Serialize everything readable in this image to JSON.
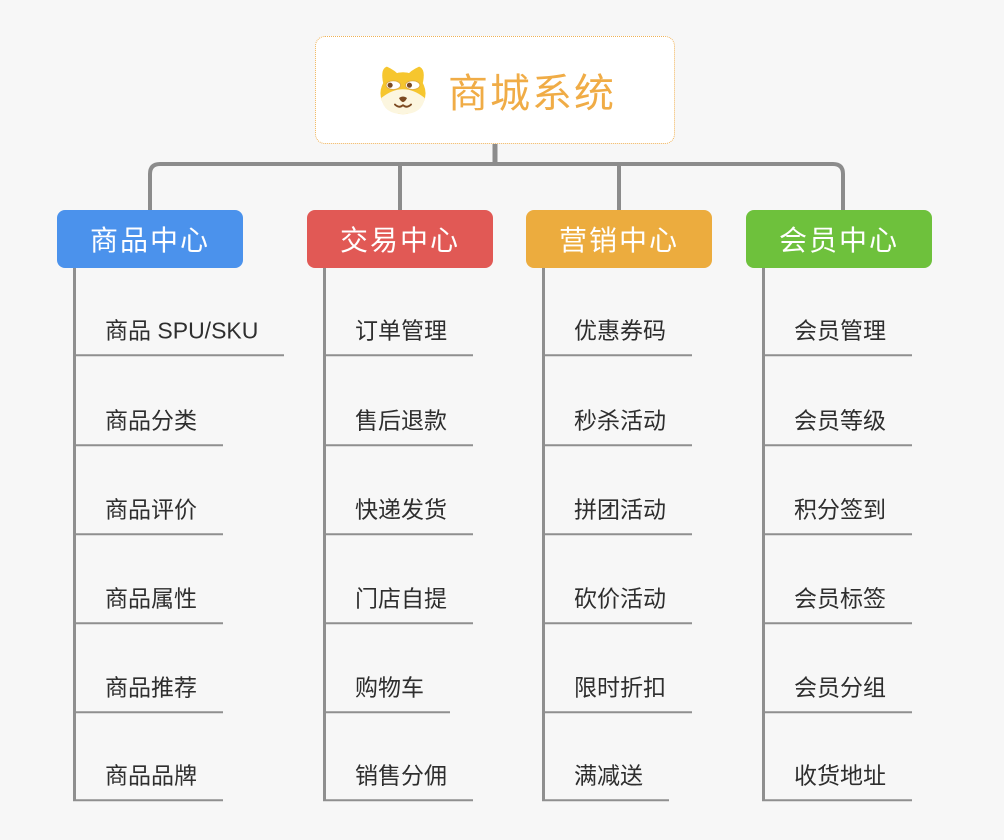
{
  "root": {
    "title": "商城系统",
    "icon": "doge-face-icon"
  },
  "branches": [
    {
      "label": "商品中心",
      "color": "#4B92EC",
      "items": [
        "商品 SPU/SKU",
        "商品分类",
        "商品评价",
        "商品属性",
        "商品推荐",
        "商品品牌"
      ]
    },
    {
      "label": "交易中心",
      "color": "#E15955",
      "items": [
        "订单管理",
        "售后退款",
        "快递发货",
        "门店自提",
        "购物车",
        "销售分佣"
      ]
    },
    {
      "label": "营销中心",
      "color": "#ECAC3E",
      "items": [
        "优惠券码",
        "秒杀活动",
        "拼团活动",
        "砍价活动",
        "限时折扣",
        "满减送"
      ]
    },
    {
      "label": "会员中心",
      "color": "#6EC13C",
      "items": [
        "会员管理",
        "会员等级",
        "积分签到",
        "会员标签",
        "会员分组",
        "收货地址"
      ]
    }
  ],
  "colors": {
    "background": "#F7F7F7",
    "connector": "#8C8C8C",
    "root_text": "#F0AC46",
    "root_border": "#EFB257",
    "item_text": "#2E2E2E"
  }
}
